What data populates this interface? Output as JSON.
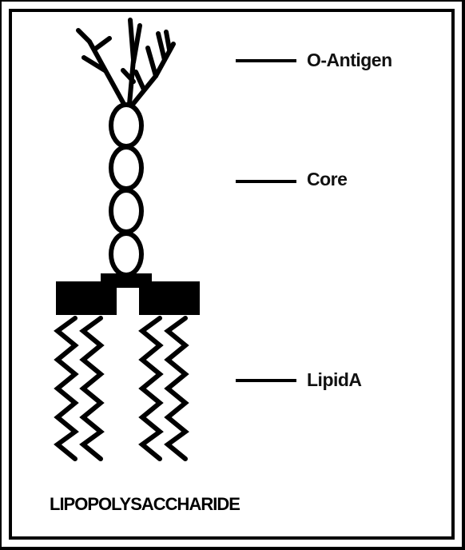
{
  "labels": {
    "o_antigen": "O-Antigen",
    "core": "Core",
    "lipid_a": "LipidA"
  },
  "caption": "LIPOPOLYSACCHARIDE",
  "colors": {
    "ink": "#000000",
    "background": "#ffffff"
  }
}
